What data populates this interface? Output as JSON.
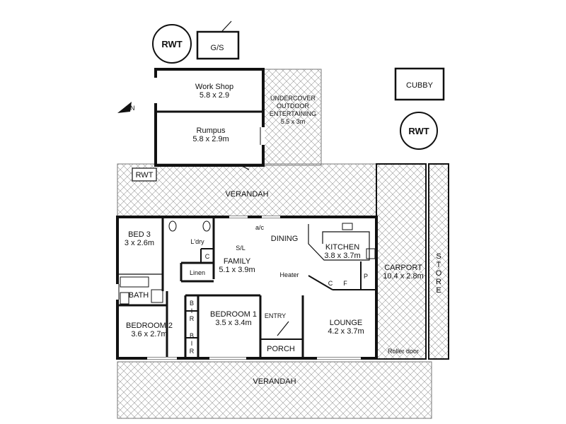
{
  "rooms": {
    "workshop": {
      "name": "Work Shop",
      "dims": "5.8 x 2.9"
    },
    "rumpus": {
      "name": "Rumpus",
      "dims": "5.8 x 2.9m"
    },
    "undercover": {
      "line1": "UNDERCOVER",
      "line2": "OUTDOOR",
      "line3": "ENTERTAINING",
      "dims": "5.5 x 3m"
    },
    "bed3": {
      "name": "BED 3",
      "dims": "3 x 2.6m"
    },
    "family": {
      "name": "FAMILY",
      "dims": "5.1 x 3.9m"
    },
    "dining": {
      "name": "DINING"
    },
    "kitchen": {
      "name": "KITCHEN",
      "dims": "3.8 x 3.7m"
    },
    "carport": {
      "name": "CARPORT",
      "dims": "10.4 x 2.8m"
    },
    "bedroom1": {
      "name": "BEDROOM 1",
      "dims": "3.5 x 3.4m"
    },
    "bedroom2": {
      "name": "BEDROOM 2",
      "dims": "3.6 x 2.7m"
    },
    "lounge": {
      "name": "LOUNGE",
      "dims": "4.2 x 3.7m"
    },
    "bath": {
      "name": "BATH"
    },
    "laundry": {
      "name": "L'dry"
    },
    "linen": {
      "name": "Linen"
    },
    "entry": {
      "name": "ENTRY"
    },
    "porch": {
      "name": "PORCH"
    }
  },
  "outbuildings": {
    "rwt_top": "RWT",
    "gs": "G/S",
    "cubby": "CUBBY",
    "rwt_right": "RWT",
    "rwt_small": "RWT"
  },
  "verandah_top": "VERANDAH",
  "verandah_bottom": "VERANDAH",
  "store": [
    "S",
    "T",
    "O",
    "R",
    "E"
  ],
  "fixtures": {
    "sl": "S/L",
    "ac": "a/c",
    "heater": "Heater",
    "c1": "C",
    "c2": "C",
    "f": "F",
    "p": "P",
    "roller_door": "Roller door",
    "bir1": [
      "B",
      "I",
      "R"
    ],
    "bir2": [
      "B",
      "I",
      "R"
    ]
  },
  "compass": {
    "letter": "N"
  }
}
